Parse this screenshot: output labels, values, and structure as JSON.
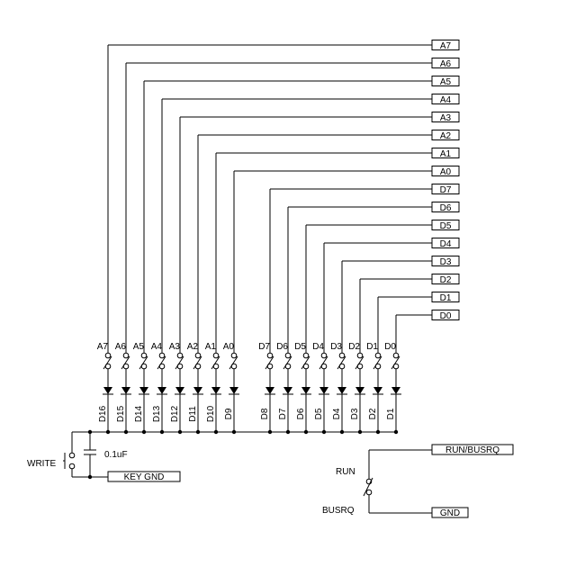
{
  "address_bits": [
    "A7",
    "A6",
    "A5",
    "A4",
    "A3",
    "A2",
    "A1",
    "A0"
  ],
  "data_bits": [
    "D7",
    "D6",
    "D5",
    "D4",
    "D3",
    "D2",
    "D1",
    "D0"
  ],
  "address_diodes": [
    "D16",
    "D15",
    "D14",
    "D13",
    "D12",
    "D11",
    "D10",
    "D9"
  ],
  "data_diodes": [
    "D8",
    "D7",
    "D6",
    "D5",
    "D4",
    "D3",
    "D2",
    "D1"
  ],
  "write": {
    "switch_label": "WRITE",
    "capacitor_label": "0.1uF",
    "ground_label": "KEY GND"
  },
  "run_switch": {
    "run_label": "RUN",
    "busrq_label": "BUSRQ",
    "net_run_busrq": "RUN/BUSRQ",
    "net_gnd": "GND"
  },
  "colors": {
    "ink": "#000000",
    "background": "#ffffff"
  }
}
